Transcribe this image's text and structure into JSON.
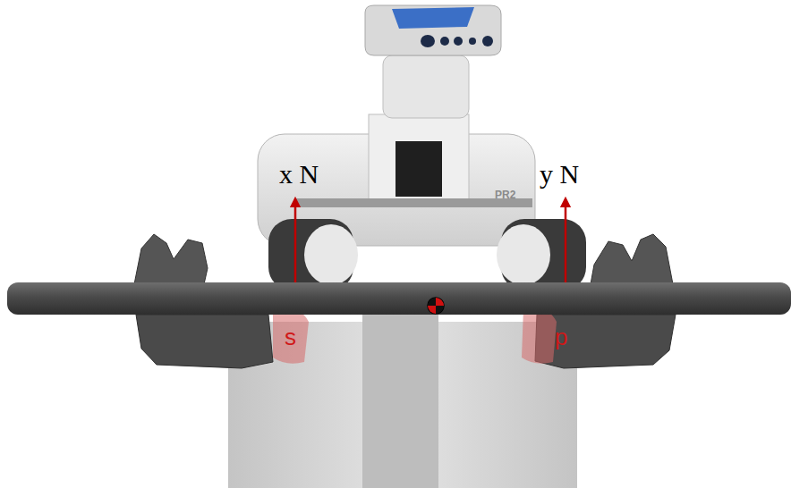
{
  "diagram": {
    "labels": [
      "x N",
      "y N",
      "PR2",
      "s",
      "p"
    ]
  }
}
